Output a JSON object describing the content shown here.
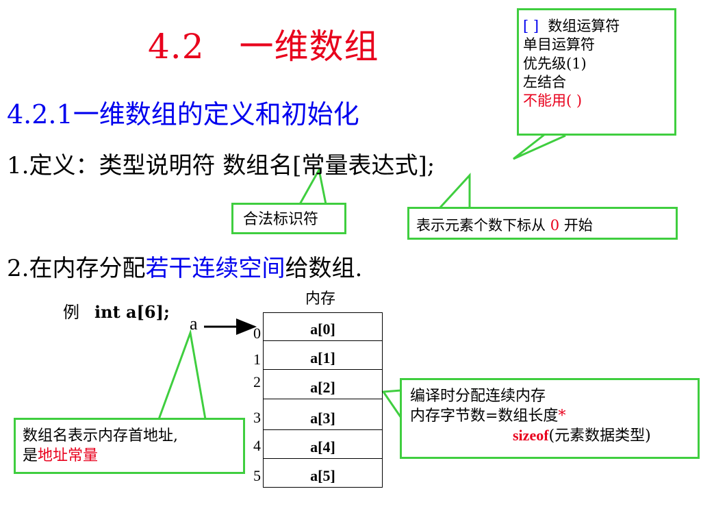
{
  "title": "4.2　一维数组",
  "subtitle": "4.2.1一维数组的定义和初始化",
  "definition": {
    "prefix": "1.定义：类型说明符 数组名[常量表达式];"
  },
  "allocation": {
    "prefix": "2.在内存分配",
    "highlight": "若干连续空间",
    "suffix": "给数组."
  },
  "operator_note": {
    "line1_brackets": "[ ]",
    "line1_text": "数组运算符",
    "line2": "单目运算符",
    "line3": "优先级(1)",
    "line4": "左结合",
    "line5": "不能用( )"
  },
  "legal_identifier_note": "合法标识符",
  "element_count_note": {
    "prefix": "表示元素个数下标从",
    "zero": "0",
    "suffix": "开始"
  },
  "example": {
    "label": "例",
    "code": "int a[6];"
  },
  "memory_label": "内存",
  "pointer_label": "a",
  "cells": [
    "a[0]",
    "a[1]",
    "a[2]",
    "a[3]",
    "a[4]",
    "a[5]"
  ],
  "indices": [
    "0",
    "1",
    "2",
    "3",
    "4",
    "5"
  ],
  "alloc_note": {
    "line1": "编译时分配连续内存",
    "line2_prefix": "内存字节数=数组长度",
    "line2_star": "*",
    "line3_kw": "sizeof",
    "line3_rest": "(元素数据类型)"
  },
  "address_note": {
    "line1": "数组名表示内存首地址,",
    "line2_prefix": "是",
    "line2_red": "地址常量"
  },
  "colors": {
    "red": "#e8001c",
    "blue": "#0000ee",
    "green": "#3fce3f"
  }
}
